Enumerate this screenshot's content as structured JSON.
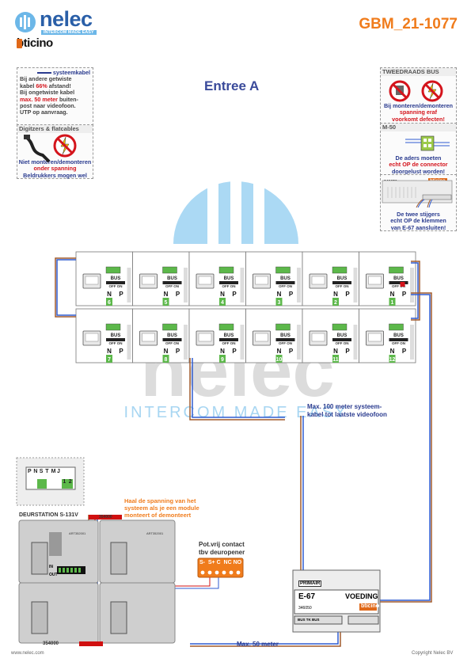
{
  "brand": {
    "name": "nelec",
    "tagline": "INTERCOM MADE EASY",
    "partner": "bticino",
    "color": "#2a5fa8"
  },
  "doc_code": "GBM_21-1077",
  "entrance_title": "Entree A",
  "notes": {
    "cable": {
      "title": "systeemkabel",
      "l1": "Bij andere getwiste",
      "l2a": "kabel ",
      "l2b": "66%",
      "l2c": " afstand!",
      "l3": "Bij ongetwiste kabel",
      "l4a": "max. 50 meter",
      "l4b": " buiten-",
      "l5": "post naar videofoon.",
      "l6": "UTP op aanvraag."
    },
    "flat": {
      "title": "Digitzers & flatcables",
      "l1": "Niet monteren/demonteren",
      "l2": "onder spanning",
      "l3": "Beldrukkers mogen wel"
    },
    "bus": {
      "title": "TWEEDRAADS BUS",
      "l1": "Bij monteren/demonteren",
      "l2": "spanning eraf",
      "l3": "voorkomt defecten!"
    },
    "m50": {
      "title": "M-50",
      "l1": "De aders moeten",
      "l2": "echt OP de connector",
      "l3": "doorgelust worden!"
    },
    "e67": {
      "code": "346050",
      "brand": "bticino",
      "l1": "De twee stijgers",
      "l2": "echt OP de klemmen",
      "l3": "van E-67 aansluiten!"
    }
  },
  "videophones": {
    "bus_label": "BUS",
    "off_on": "OFF ON",
    "n": "N",
    "p": "P",
    "top_numbers": [
      "6",
      "5",
      "4",
      "3",
      "2",
      "1"
    ],
    "bottom_numbers": [
      "7",
      "8",
      "9",
      "10",
      "11",
      "12"
    ]
  },
  "watermark": {
    "text": "nelec",
    "tagline": "INTERCOM MADE EASY"
  },
  "annotations": {
    "max100_l1": "Max. 100 meter systeem-",
    "max100_l2": "kabel tot laatste videofoon",
    "power_l1": "Haal de spanning van het",
    "power_l2": "systeem als je een module",
    "power_l3": "monteert of demonteert",
    "pot_l1": "Pot.vrij contact",
    "pot_l2": "tbv deuropener",
    "max50": "Max. 50 meter"
  },
  "door_station": {
    "title": "DEURSTATION S-131V",
    "label_354000_top": "354000",
    "label_354000_bottom": "354000",
    "terminals": [
      "P",
      "N",
      "S",
      "T",
      "M",
      "J",
      "1",
      "2"
    ],
    "in": "IN",
    "out": "OUT",
    "module_code_a": "ART352001",
    "module_code_b": "ART352001"
  },
  "relay": {
    "terminals": "S-  S+ C  NC NO"
  },
  "supply": {
    "primair": "PRIMAIR",
    "model": "E-67",
    "voeding": "VOEDING",
    "code": "346050",
    "brand": "bticino",
    "bottom_terms": "BUS TK BUS"
  },
  "footer": {
    "left": "www.nelec.com",
    "right": "Copyright Nelec BV"
  },
  "colors": {
    "orange": "#f07c1c",
    "red": "#d4141c",
    "navy": "#2a3b8f",
    "wire_brown": "#a05a2c",
    "wire_blue": "#2f5bd0",
    "wire_red": "#d01010"
  }
}
